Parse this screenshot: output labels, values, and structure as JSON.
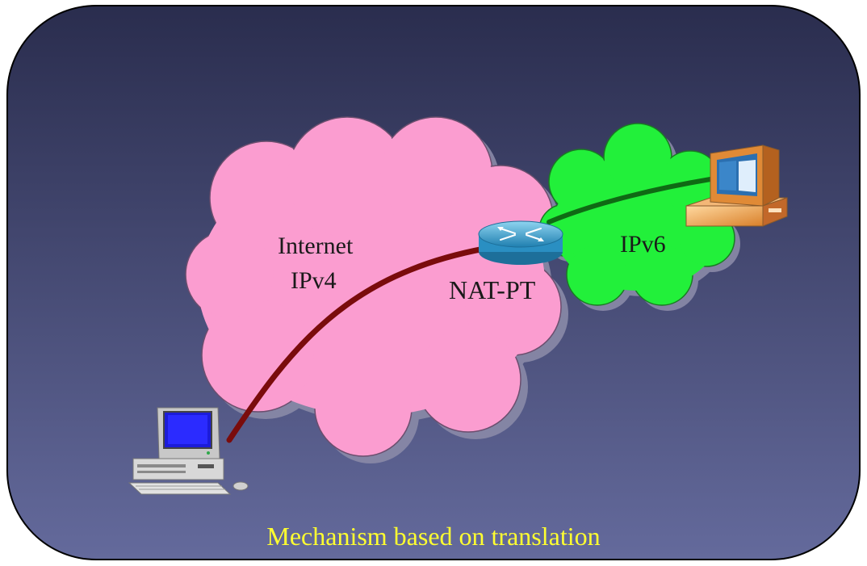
{
  "diagram": {
    "caption": "Mechanism based on translation",
    "colors": {
      "background_top": "#2a2d4e",
      "background_bottom": "#646a9c",
      "ipv4_cloud": "#fb9dd0",
      "ipv6_cloud": "#22f03a",
      "ipv4_link": "#7a0c0c",
      "ipv6_link": "#0f6a14",
      "router": "#35a6d8",
      "caption_text": "#ffff30"
    },
    "clouds": [
      {
        "id": "ipv4",
        "label_lines": [
          "Internet",
          "IPv4"
        ]
      },
      {
        "id": "ipv6",
        "label": "IPv6"
      }
    ],
    "router": {
      "label": "NAT-PT"
    },
    "hosts": [
      {
        "id": "ipv4-host",
        "icon": "desktop-computer-icon"
      },
      {
        "id": "ipv6-host",
        "icon": "desktop-computer-icon"
      }
    ]
  }
}
